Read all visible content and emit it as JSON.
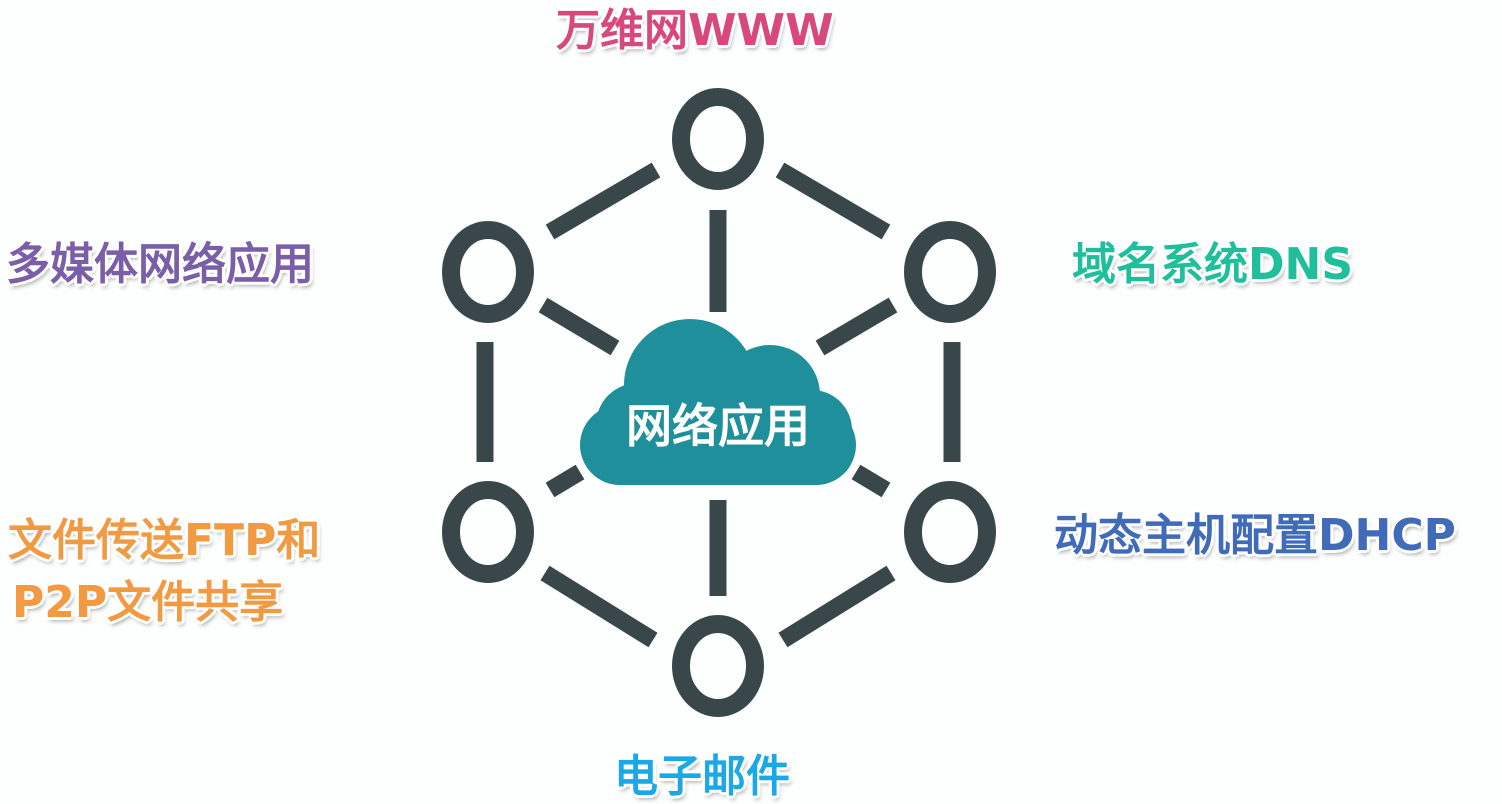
{
  "center": {
    "label": "网络应用",
    "color": "#1e8f9b"
  },
  "nodes": [
    {
      "id": "top",
      "label": "万维网WWW",
      "color": "#d9487a"
    },
    {
      "id": "upper-left",
      "label": "多媒体网络应用",
      "color": "#7b5ea8"
    },
    {
      "id": "upper-right",
      "label": "域名系统DNS",
      "color": "#1fbf9c"
    },
    {
      "id": "lower-left",
      "label_line1": "文件传送FTP和",
      "label_line2": "P2P文件共享",
      "color": "#f29a42"
    },
    {
      "id": "lower-right",
      "label": "动态主机配置DHCP",
      "color": "#3f6bb8"
    },
    {
      "id": "bottom",
      "label": "电子邮件",
      "color": "#1aa9e6"
    }
  ],
  "style": {
    "node_stroke": "#3a474a",
    "background": "#fdfefe"
  }
}
